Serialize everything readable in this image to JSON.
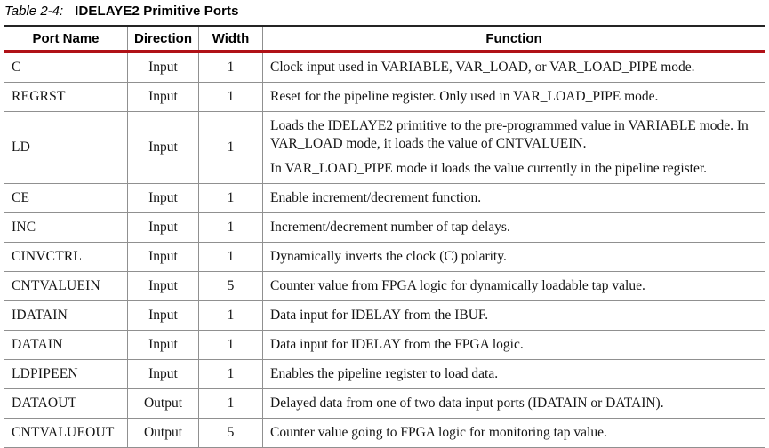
{
  "caption": {
    "label": "Table 2-4:",
    "title": "IDELAYE2 Primitive Ports"
  },
  "colors": {
    "header_rule_red": "#b01117",
    "table_top_border": "#242424",
    "grid_line": "#909090",
    "text": "#141414"
  },
  "table": {
    "headers": [
      "Port Name",
      "Direction",
      "Width",
      "Function"
    ],
    "rows": [
      {
        "port": "C",
        "direction": "Input",
        "width": "1",
        "function": [
          "Clock input used in VARIABLE, VAR_LOAD, or VAR_LOAD_PIPE mode."
        ]
      },
      {
        "port": "REGRST",
        "direction": "Input",
        "width": "1",
        "function": [
          "Reset for the pipeline register. Only used in VAR_LOAD_PIPE mode."
        ]
      },
      {
        "port": "LD",
        "direction": "Input",
        "width": "1",
        "function": [
          "Loads the IDELAYE2 primitive to the pre-programmed value in VARIABLE mode. In VAR_LOAD mode, it loads the value of CNTVALUEIN.",
          "In VAR_LOAD_PIPE mode it loads the value currently in the pipeline register."
        ]
      },
      {
        "port": "CE",
        "direction": "Input",
        "width": "1",
        "function": [
          "Enable increment/decrement function."
        ]
      },
      {
        "port": "INC",
        "direction": "Input",
        "width": "1",
        "function": [
          "Increment/decrement number of tap delays."
        ]
      },
      {
        "port": "CINVCTRL",
        "direction": "Input",
        "width": "1",
        "function": [
          "Dynamically inverts the clock (C) polarity."
        ]
      },
      {
        "port": "CNTVALUEIN",
        "direction": "Input",
        "width": "5",
        "function": [
          "Counter value from FPGA logic for dynamically loadable tap value."
        ]
      },
      {
        "port": "IDATAIN",
        "direction": "Input",
        "width": "1",
        "function": [
          "Data input for IDELAY from the IBUF."
        ]
      },
      {
        "port": "DATAIN",
        "direction": "Input",
        "width": "1",
        "function": [
          "Data input for IDELAY from the FPGA logic."
        ]
      },
      {
        "port": "LDPIPEEN",
        "direction": "Input",
        "width": "1",
        "function": [
          "Enables the pipeline register to load data."
        ]
      },
      {
        "port": "DATAOUT",
        "direction": "Output",
        "width": "1",
        "function": [
          "Delayed data from one of two data input ports (IDATAIN or DATAIN)."
        ]
      },
      {
        "port": "CNTVALUEOUT",
        "direction": "Output",
        "width": "5",
        "function": [
          "Counter value going to FPGA logic for monitoring tap value."
        ]
      }
    ]
  }
}
